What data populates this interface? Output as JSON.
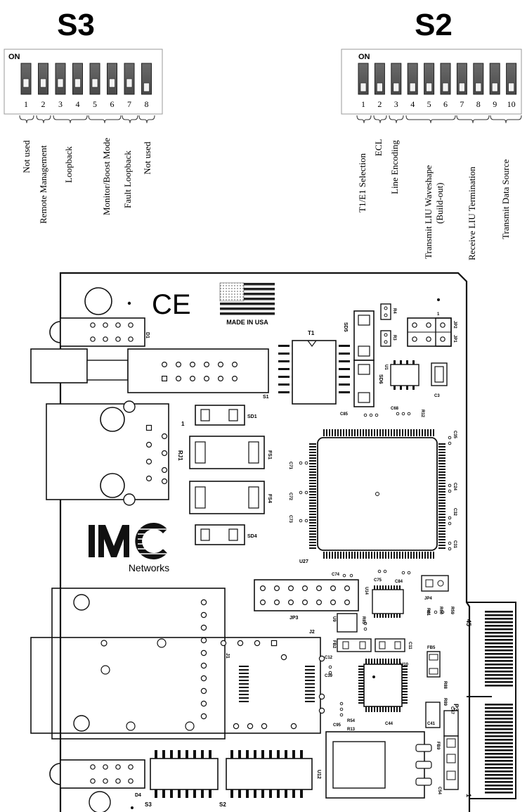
{
  "s3": {
    "heading": "S3",
    "on_label": "ON",
    "numbers": [
      "1",
      "2",
      "3",
      "4",
      "5",
      "6",
      "7",
      "8"
    ],
    "positions": [
      "up",
      "up",
      "up",
      "up",
      "up",
      "up",
      "up",
      "down"
    ],
    "functions": [
      "Not used",
      "Remote Management",
      "Loopback",
      "Monitor/Boost Mode",
      "Fault Loopback",
      "Not used"
    ]
  },
  "s2": {
    "heading": "S2",
    "on_label": "ON",
    "numbers": [
      "1",
      "2",
      "3",
      "4",
      "5",
      "6",
      "7",
      "8",
      "9",
      "10"
    ],
    "positions": [
      "down",
      "down",
      "down",
      "down",
      "down",
      "down",
      "down",
      "down",
      "down",
      "down"
    ],
    "functions": [
      "T1/E1 Selection",
      "ECL",
      "Line Encoding",
      "Transmit LIU Waveshape",
      "(Build-out)",
      "Receive LIU Termination",
      "Transmit Data Source"
    ]
  },
  "board": {
    "brand": "IMC",
    "brand_sub": "Networks",
    "ce_mark": "CE",
    "made_in": "MADE IN USA",
    "refs": {
      "d1": "D1",
      "d4": "D4",
      "t1": "T1",
      "s1": "S1",
      "sd1": "SD1",
      "sd4": "SD4",
      "sd5": "SD5",
      "sd6": "SD6",
      "rj1": "RJ1",
      "fs1": "FS1",
      "fs4": "FS4",
      "u1": "U1",
      "u27": "U27",
      "u10": "U10",
      "u12": "U12",
      "u14": "U14",
      "u9": "U9",
      "jp1": "JP1",
      "jp2": "JP2",
      "jp3": "JP3",
      "jp4": "JP4",
      "j2": "J2",
      "j1": "J1",
      "p3": "P3",
      "fb5": "FB5",
      "fb9": "FB9",
      "fb2": "FB2",
      "c3": "C3",
      "c68": "C68",
      "c85": "C85",
      "c35": "C35",
      "c24": "C24",
      "c32": "C32",
      "c31": "C31",
      "c71": "C71",
      "c72": "C72",
      "c73": "C73",
      "c74": "C74",
      "c75": "C75",
      "c84": "C84",
      "c11": "C11",
      "c12": "C12",
      "c39": "C39",
      "c41": "C41",
      "c44": "C44",
      "c47": "C47",
      "c54": "C54",
      "c95": "C95",
      "r3": "R3",
      "r4": "R4",
      "r12": "R12",
      "r85": "R85",
      "r88": "R88",
      "r89": "R89",
      "r61": "R61",
      "r60": "R60",
      "r59": "R59",
      "r54": "R54",
      "r13": "R13",
      "s3": "S3",
      "s2": "S2",
      "pin45": "45",
      "pin1": "1",
      "pin1b": "1",
      "pin1c": "1",
      "pin1d": "1"
    }
  }
}
